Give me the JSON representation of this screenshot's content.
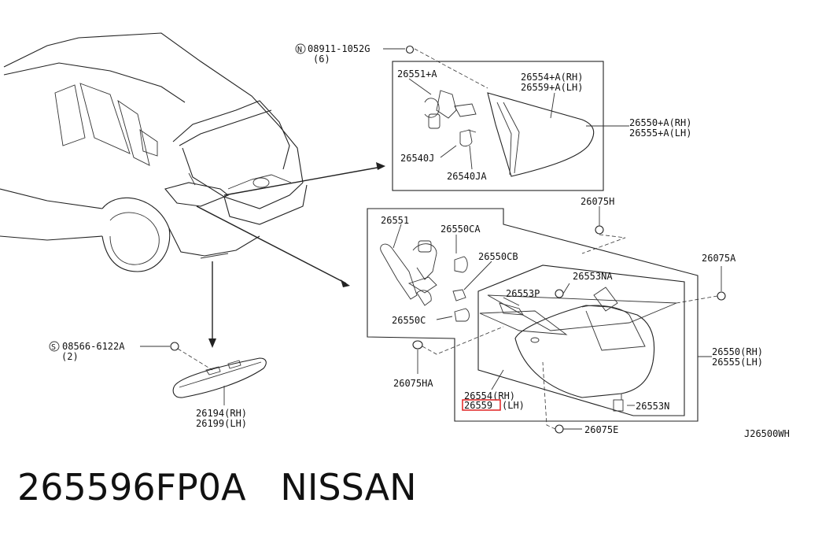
{
  "labels": {
    "nut_top": "08911-1052G",
    "nut_top_qty": "(6)",
    "bulb_socket_a": "26551+A",
    "lens_a_rh": "26554+A(RH)",
    "lens_a_lh": "26559+A(LH)",
    "lamp_a_rh": "26550+A(RH)",
    "lamp_a_lh": "26555+A(LH)",
    "bulb_j": "26540J",
    "bulb_ja": "26540JA",
    "clip_h": "26075H",
    "socket": "26551",
    "bulb_ca": "26550CA",
    "bulb_cb": "26550CB",
    "clip_a": "26075A",
    "seal_na": "26553NA",
    "seal_p": "26553P",
    "bulb_c": "26550C",
    "lamp_rh": "26550(RH)",
    "lamp_lh": "26555(LH)",
    "screw": "08566-6122A",
    "screw_qty": "(2)",
    "clip_ha": "26075HA",
    "lens_rh": "26554(RH)",
    "lens_lh_num": "26559",
    "lens_lh_suffix": "(LH)",
    "seal_n": "26553N",
    "reflector_rh": "26194(RH)",
    "reflector_lh": "26199(LH)",
    "clip_e": "26075E",
    "diagram_code": "J26500WH",
    "badge_n": "N",
    "badge_s": "S"
  },
  "footer": {
    "part_number": "265596FP0A",
    "brand": "NISSAN"
  },
  "colors": {
    "highlight": "#e02020",
    "ink": "#222222"
  }
}
